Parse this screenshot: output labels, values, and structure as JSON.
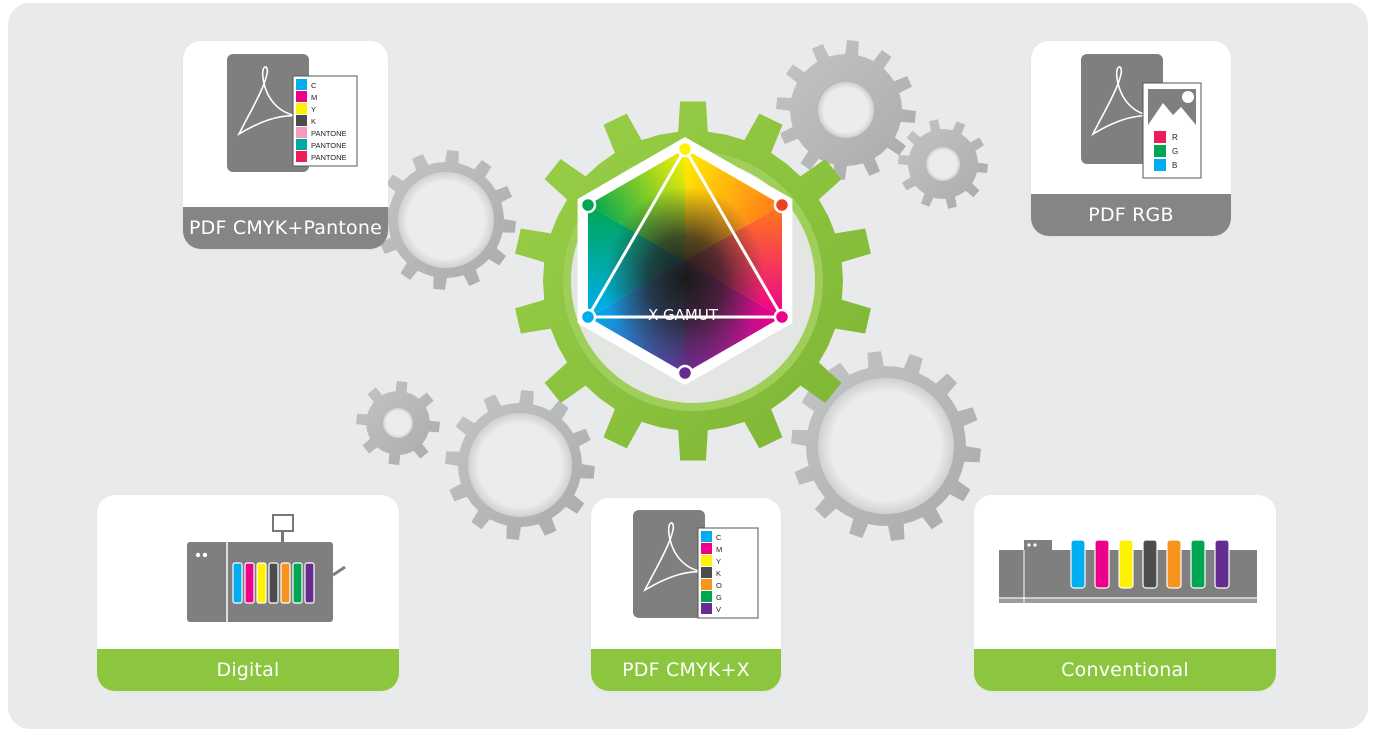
{
  "colors": {
    "background": "#e9eaeb",
    "card": "#ffffff",
    "label_gray": "#858585",
    "label_green": "#8cc63f",
    "gear_green": "#8cc63f",
    "gear_gray": "#b9babc",
    "pdf_gray": "#7f7f7f",
    "cyan": "#00aeef",
    "magenta": "#ec008c",
    "yellow": "#fff200",
    "black": "#4d4d4d",
    "orange": "#f7941d",
    "green": "#00a651",
    "violet": "#662d91",
    "pantone_pink": "#f49ac1",
    "pantone_teal": "#00a99d",
    "pantone_red": "#ed1c5b",
    "rgb_red": "#ed1c5b",
    "rgb_green": "#00a651",
    "rgb_blue": "#00aeef"
  },
  "center": {
    "label": "X GAMUT",
    "icon": "color-gamut-hexagon-icon"
  },
  "cards": {
    "pdf_cmyk_pantone": {
      "label": "PDF CMYK+Pantone",
      "icon": "pdf-document-icon",
      "swatches": [
        {
          "label": "C",
          "color": "#00aeef"
        },
        {
          "label": "M",
          "color": "#ec008c"
        },
        {
          "label": "Y",
          "color": "#fff200"
        },
        {
          "label": "K",
          "color": "#4d4d4d"
        },
        {
          "label": "PANTONE",
          "color": "#f49ac1"
        },
        {
          "label": "PANTONE",
          "color": "#00a99d"
        },
        {
          "label": "PANTONE",
          "color": "#ed1c5b"
        }
      ]
    },
    "pdf_rgb": {
      "label": "PDF RGB",
      "icon": "pdf-image-document-icon",
      "swatches": [
        {
          "label": "R",
          "color": "#ed1c5b"
        },
        {
          "label": "G",
          "color": "#00a651"
        },
        {
          "label": "B",
          "color": "#00aeef"
        }
      ]
    },
    "digital": {
      "label": "Digital",
      "icon": "digital-press-icon",
      "inks": [
        "#00aeef",
        "#ec008c",
        "#fff200",
        "#4d4d4d",
        "#f7941d",
        "#00a651",
        "#662d91"
      ]
    },
    "pdf_cmyk_x": {
      "label": "PDF CMYK+X",
      "icon": "pdf-document-icon",
      "swatches": [
        {
          "label": "C",
          "color": "#00aeef"
        },
        {
          "label": "M",
          "color": "#ec008c"
        },
        {
          "label": "Y",
          "color": "#fff200"
        },
        {
          "label": "K",
          "color": "#4d4d4d"
        },
        {
          "label": "O",
          "color": "#f7941d"
        },
        {
          "label": "G",
          "color": "#00a651"
        },
        {
          "label": "V",
          "color": "#662d91"
        }
      ]
    },
    "conventional": {
      "label": "Conventional",
      "icon": "conventional-press-icon",
      "inks": [
        "#00aeef",
        "#ec008c",
        "#fff200",
        "#4d4d4d",
        "#f7941d",
        "#00a651",
        "#662d91"
      ]
    }
  }
}
